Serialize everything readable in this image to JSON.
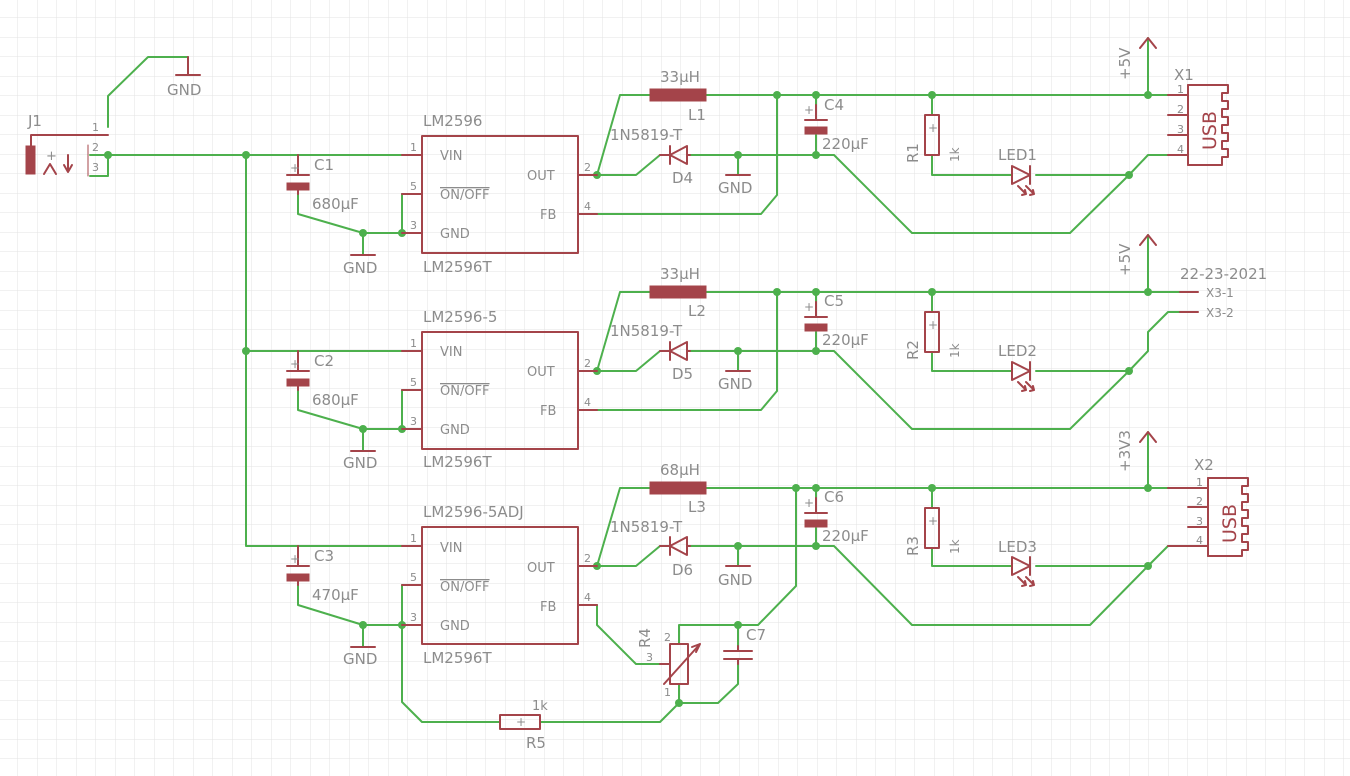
{
  "labels": {
    "j1": "J1",
    "gnd": "GND",
    "ic_u1_name": "LM2596",
    "ic_u2_name": "LM2596-5",
    "ic_u3_name": "LM2596-5ADJ",
    "ic_value": "LM2596T",
    "pin_vin": "VIN",
    "pin_onoff": "ON/OFF",
    "pin_gnd": "GND",
    "pin_out": "OUT",
    "pin_fb": "FB",
    "c1": "C1",
    "c1_val": "680µF",
    "c2": "C2",
    "c2_val": "680µF",
    "c3": "C3",
    "c3_val": "470µF",
    "c4": "C4",
    "c5": "C5",
    "c6": "C6",
    "c_out_val": "220µF",
    "c7": "C7",
    "l1_val": "33µH",
    "l1": "L1",
    "l2_val": "33µH",
    "l2": "L2",
    "l3_val": "68µH",
    "l3": "L3",
    "diode_val": "1N5819-T",
    "d4": "D4",
    "d5": "D5",
    "d6": "D6",
    "r1": "R1",
    "r2": "R2",
    "r3": "R3",
    "r_val": "1k",
    "led1": "LED1",
    "led2": "LED2",
    "led3": "LED3",
    "r4": "R4",
    "r5": "R5",
    "r5_val": "1k",
    "sup1": "+5V",
    "sup2": "+5V",
    "sup3": "+3V3",
    "x1": "X1",
    "x2": "X2",
    "usb": "USB",
    "x3_1": "X3-1",
    "x3_2": "X3-2",
    "date": "22-23-2021"
  },
  "colors": {
    "wire": "#4db04d",
    "symbol": "#a4444a",
    "text": "#8c8c8c",
    "grid": "#e3e3e3"
  }
}
